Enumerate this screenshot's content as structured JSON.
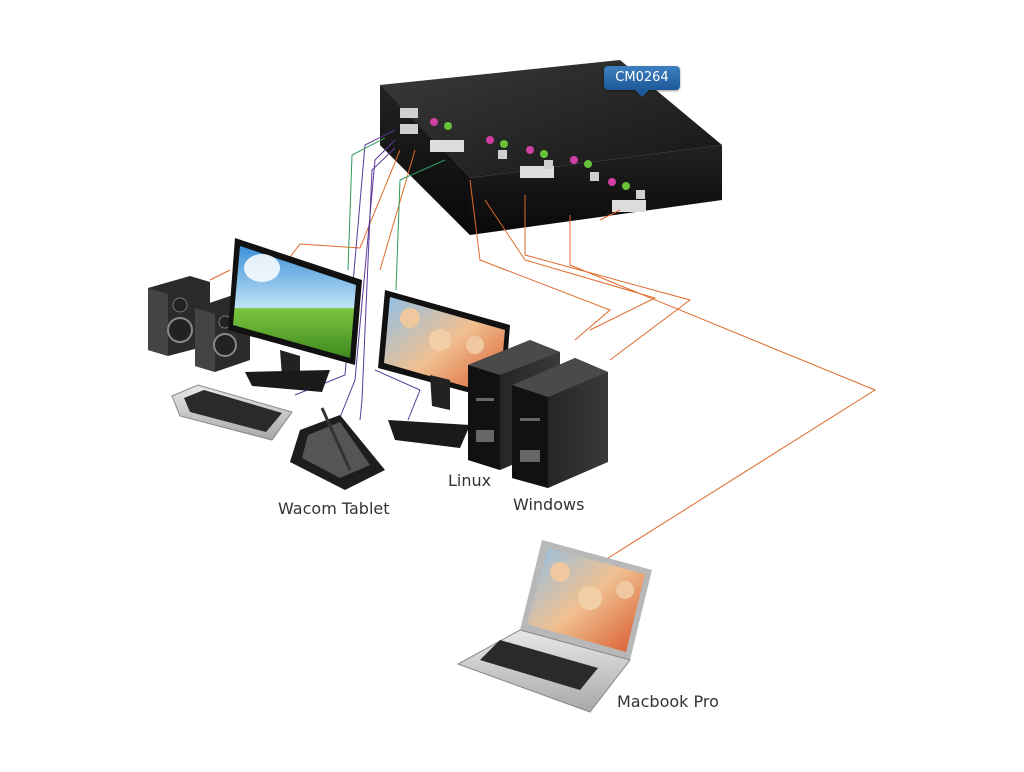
{
  "device": {
    "model": "CM0264"
  },
  "labels": {
    "linux": "Linux",
    "windows": "Windows",
    "wacom": "Wacom Tablet",
    "macbook": "Macbook Pro"
  },
  "colors": {
    "video_cable": "#e06a2c",
    "usb_cable": "#5b3a9a",
    "audio_cable": "#2e9a5c",
    "accent": "#2a6aa8"
  }
}
